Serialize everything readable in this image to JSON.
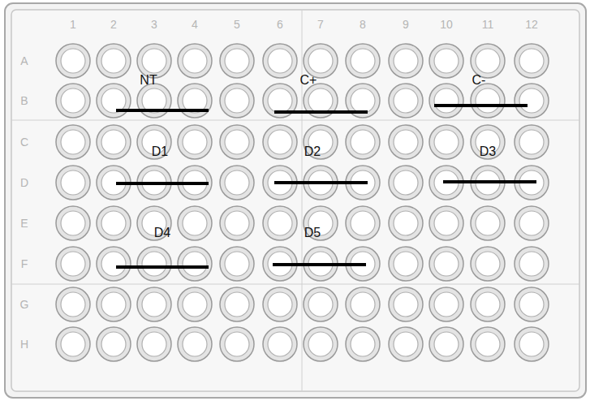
{
  "diagram": {
    "labels": [
      "1",
      "2",
      "3",
      "4",
      "5",
      "6",
      "7",
      "8",
      "9",
      "10",
      "11",
      "12",
      "A",
      "B",
      "C",
      "D",
      "E",
      "F",
      "G",
      "H",
      "NT",
      "C+",
      "C-",
      "D1",
      "D2",
      "D3",
      "D4",
      "D5"
    ]
  }
}
